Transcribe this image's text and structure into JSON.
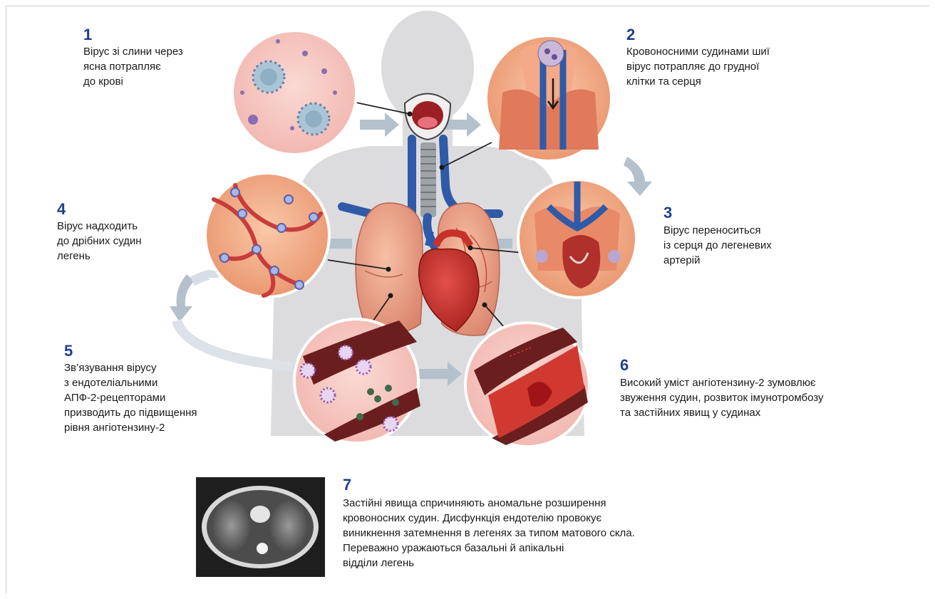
{
  "steps": [
    {
      "number": "1",
      "text": "Вірус зі слини через\nясна потрапляє\nдо крові"
    },
    {
      "number": "2",
      "text": "Кровоносними судинами шиї\nвірус потрапляє до грудної\nклітки та серця"
    },
    {
      "number": "3",
      "text": "Вірус переноситься\nіз серця до легеневих\nартерій"
    },
    {
      "number": "4",
      "text": "Вірус надходить\nдо дрібних судин\nлегень"
    },
    {
      "number": "5",
      "text": "Зв’язування вірусу\nз ендотеліальними\nАПФ-2-рецепторами\nпризводить до підвищення\nрівня ангіотензину-2"
    },
    {
      "number": "6",
      "text": "Високий уміст ангіотензину-2 зумовлює\nзвуження судин, розвиток імунотромбозу\nта застійних явищ у судинах"
    },
    {
      "number": "7",
      "text": "Застійні явища спричиняють аномальне розширення\nкровоносних судин. Дисфункція ендотелію провокує\nвиникнення затемнення в легенях за типом матового скла.\nПереважно уражаються базальні й апікальні\nвідділи легень"
    }
  ],
  "colors": {
    "step_number": "#1f3f8f",
    "silhouette": "#d9d9db",
    "vessel": "#2e5aa8",
    "lung": "#e99a7e",
    "heart": "#c8302a",
    "circle_bg": "#f2b8a0",
    "arrow": "#a9b8c8"
  },
  "icons": [
    "virus-icon",
    "mouth-icon",
    "trachea-icon",
    "lungs-icon",
    "heart-icon",
    "ct-scan-image"
  ]
}
